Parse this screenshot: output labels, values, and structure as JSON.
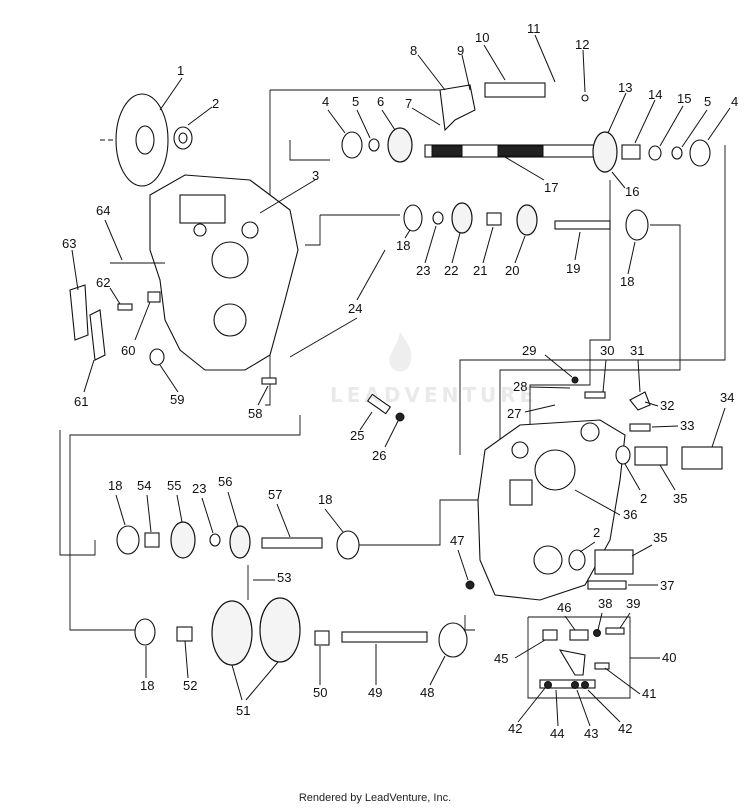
{
  "callouts": [
    "1",
    "2",
    "3",
    "4",
    "5",
    "6",
    "7",
    "8",
    "9",
    "10",
    "11",
    "12",
    "13",
    "14",
    "15",
    "5",
    "4",
    "17",
    "16",
    "64",
    "63",
    "62",
    "60",
    "59",
    "61",
    "58",
    "18",
    "23",
    "22",
    "21",
    "20",
    "19",
    "18",
    "24",
    "25",
    "26",
    "29",
    "30",
    "31",
    "28",
    "27",
    "32",
    "33",
    "34",
    "2",
    "35",
    "36",
    "2",
    "35",
    "37",
    "18",
    "54",
    "55",
    "23",
    "56",
    "57",
    "18",
    "47",
    "53",
    "46",
    "38",
    "39",
    "45",
    "40",
    "41",
    "42",
    "44",
    "43",
    "42",
    "18",
    "52",
    "51",
    "50",
    "49",
    "48"
  ],
  "watermark": {
    "text": "LEADVENTURE",
    "logo": "flame-logo"
  },
  "footer": {
    "credit": "Rendered by LeadVenture, Inc."
  }
}
